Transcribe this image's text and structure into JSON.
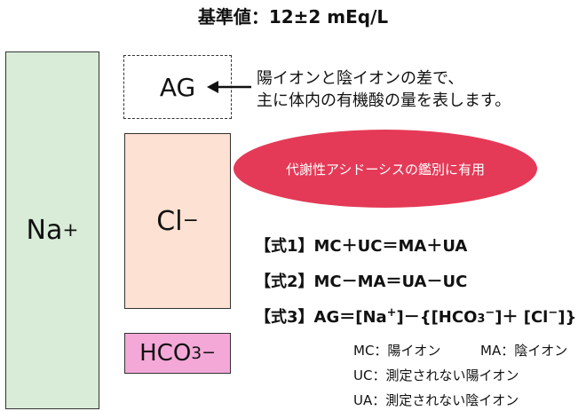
{
  "title": "基準値：12±2 mEq/L",
  "boxes": {
    "na_label": "Na",
    "na_sup": "+",
    "ag_label": "AG",
    "cl_label": "Cl",
    "cl_sup": "−",
    "hco_main": "HCO",
    "hco_sub": "3",
    "hco_sup": "−"
  },
  "note": {
    "line1": "陽イオンと陰イオンの差で、",
    "line2": "主に体内の有機酸の量を表します。"
  },
  "highlight": "代謝性アシドーシスの鑑別に有用",
  "formulas": {
    "f1": "【式1】MC＋UC＝MA＋UA",
    "f2": "【式2】MC－MA＝UA－UC",
    "f3_a": "【式3】AG＝[Na",
    "f3_b": "+",
    "f3_c": "]－{[HCO",
    "f3_d": "3",
    "f3_e": "−",
    "f3_f": "]＋ [Cl",
    "f3_g": "−",
    "f3_h": "]}"
  },
  "legend": {
    "mc": "MC：陽イオン",
    "ma": "MA：陰イオン",
    "uc": "UC：測定されない陽イオン",
    "ua": "UA：測定されない陰イオン"
  },
  "colors": {
    "na_fill": "#d8ecd8",
    "cl_fill": "#fde1d2",
    "hco_fill": "#f4a8d8",
    "ellipse_fill": "#e43a57"
  },
  "icons": {
    "arrow": "left-arrow-icon"
  }
}
